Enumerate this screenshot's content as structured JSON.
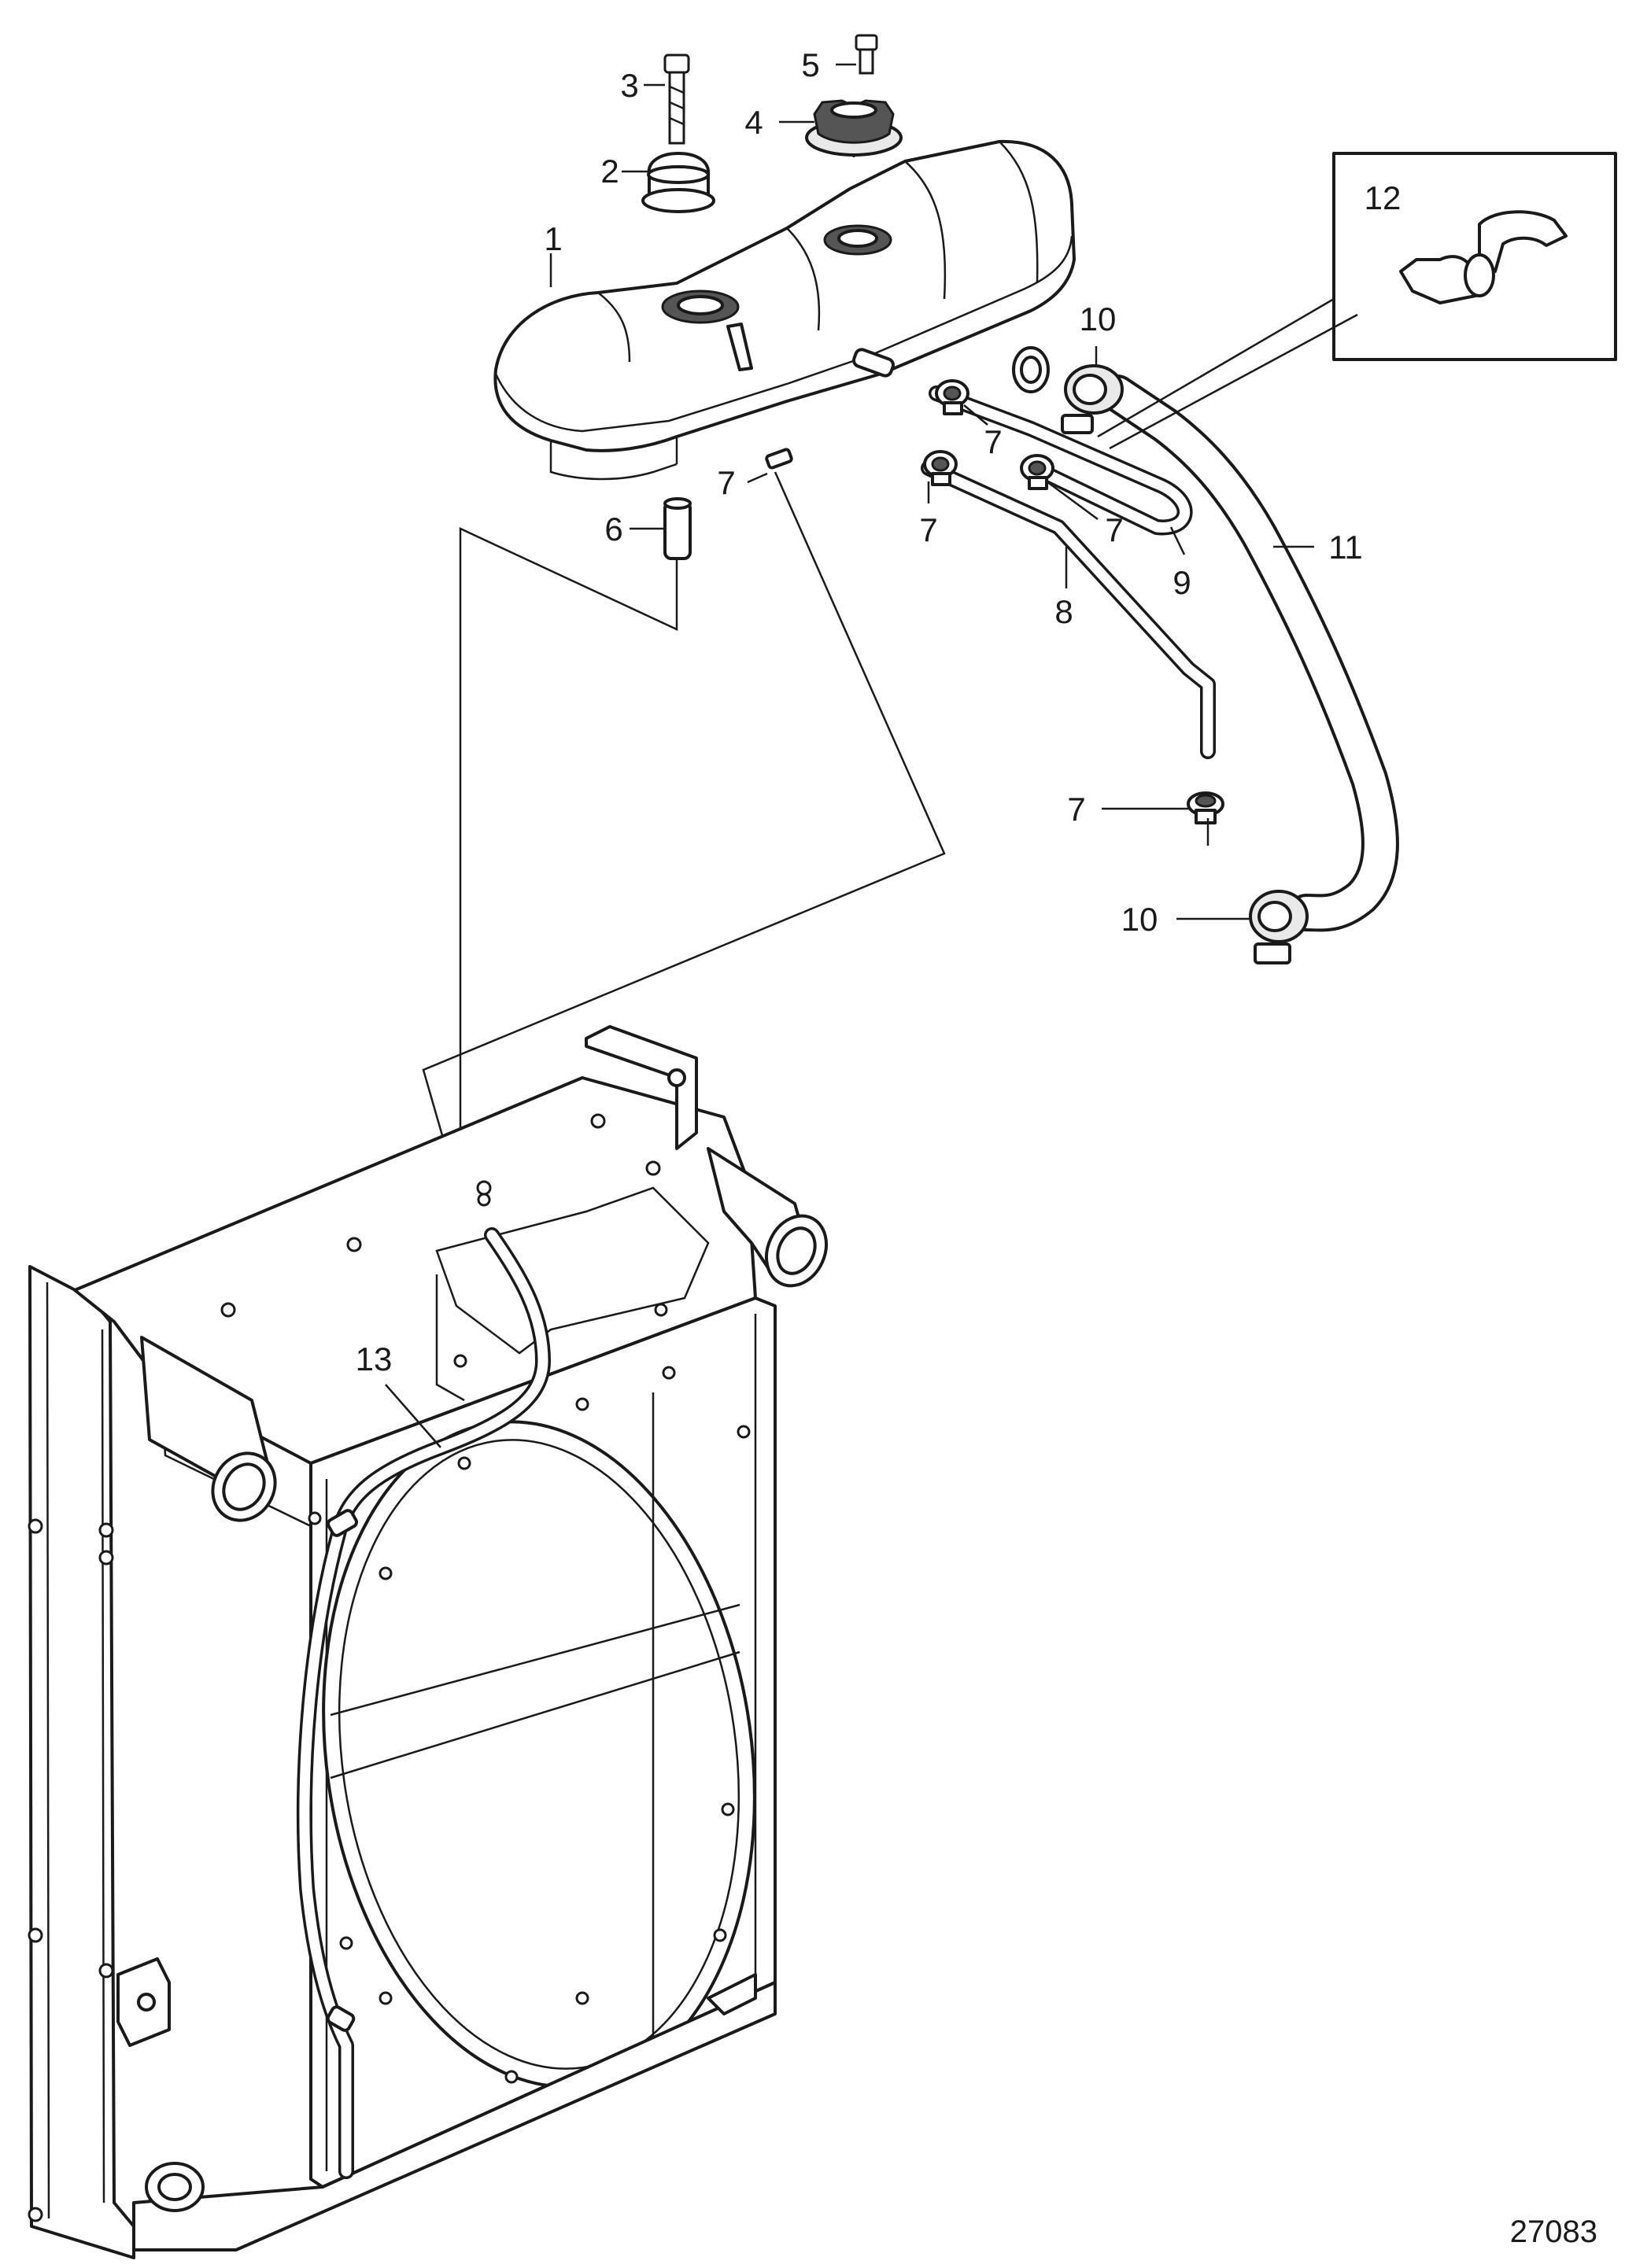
{
  "figure_number": "27083",
  "callouts": [
    {
      "id": "c1",
      "text": "1"
    },
    {
      "id": "c2",
      "text": "2"
    },
    {
      "id": "c3",
      "text": "3"
    },
    {
      "id": "c4",
      "text": "4"
    },
    {
      "id": "c5",
      "text": "5"
    },
    {
      "id": "c6",
      "text": "6"
    },
    {
      "id": "c7a",
      "text": "7"
    },
    {
      "id": "c7b",
      "text": "7"
    },
    {
      "id": "c7c",
      "text": "7"
    },
    {
      "id": "c7d",
      "text": "7"
    },
    {
      "id": "c7e",
      "text": "7"
    },
    {
      "id": "c8",
      "text": "8"
    },
    {
      "id": "c9",
      "text": "9"
    },
    {
      "id": "c10a",
      "text": "10"
    },
    {
      "id": "c10b",
      "text": "10"
    },
    {
      "id": "c11",
      "text": "11"
    },
    {
      "id": "c12",
      "text": "12"
    },
    {
      "id": "c13",
      "text": "13"
    }
  ]
}
